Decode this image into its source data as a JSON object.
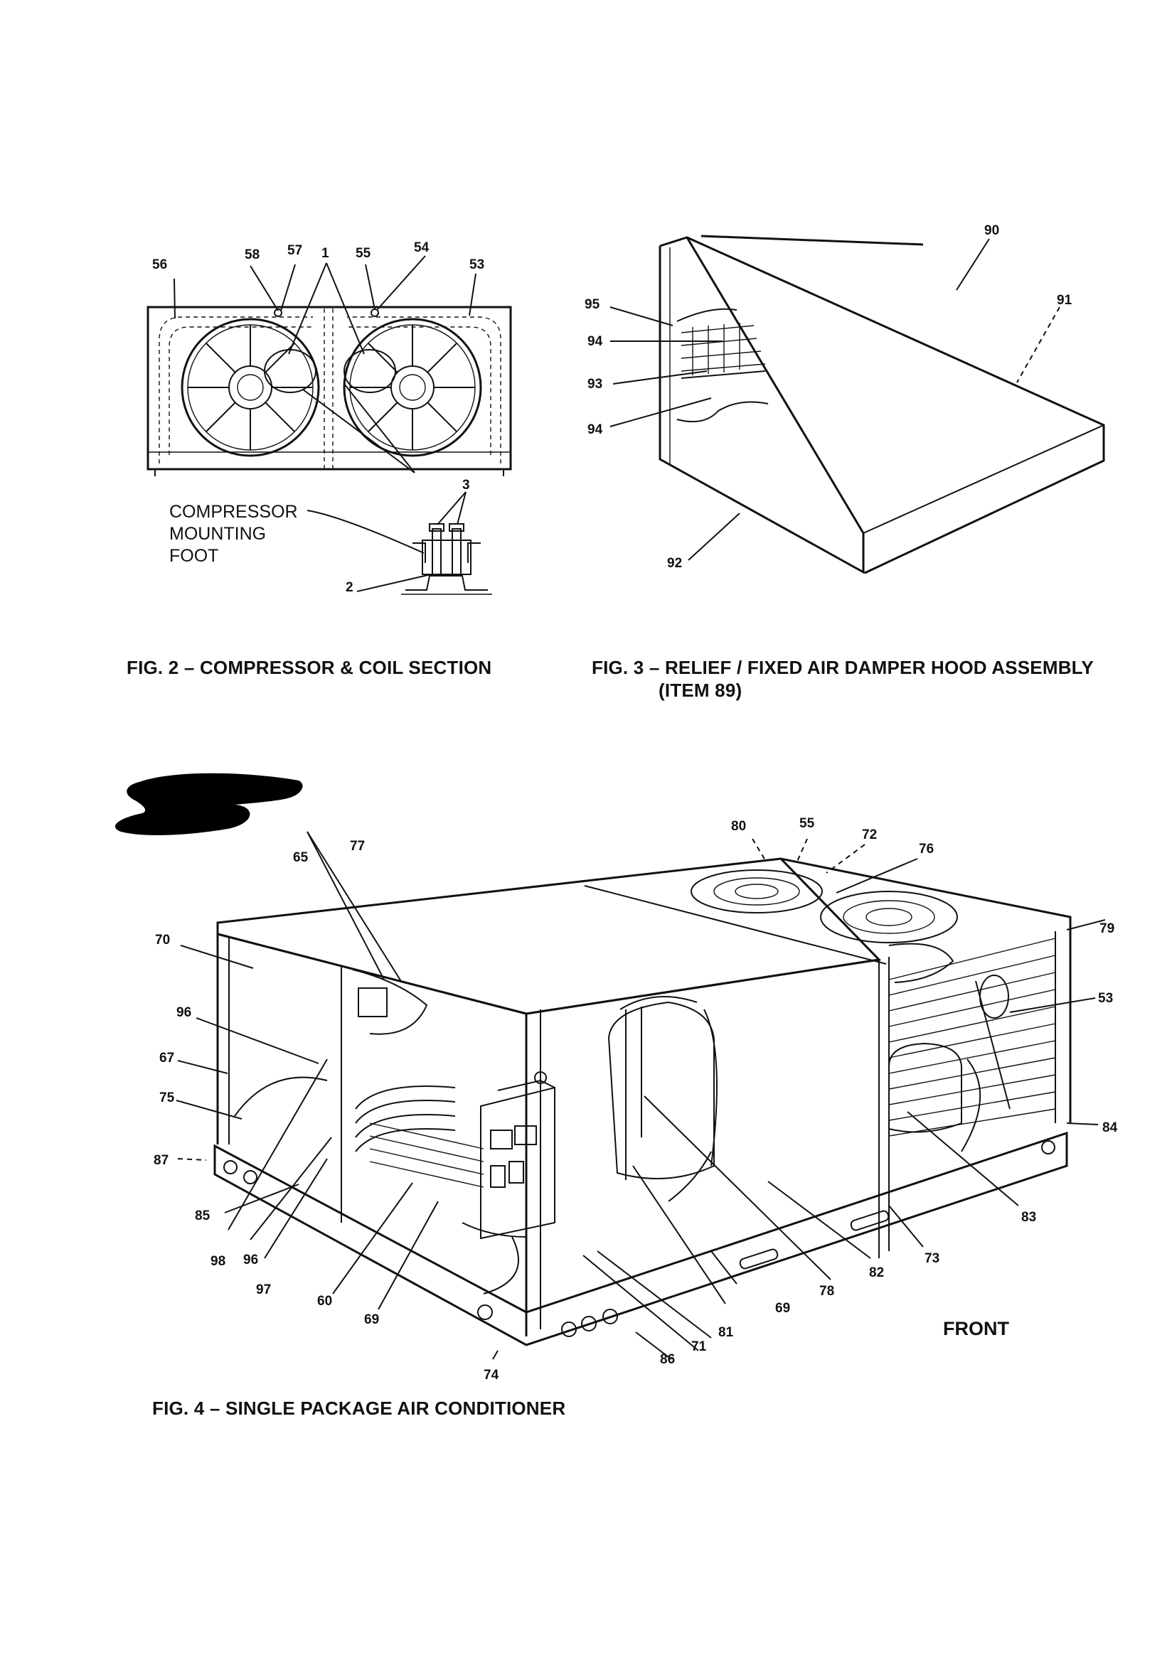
{
  "figures": {
    "fig2": {
      "caption": "FIG. 2 – COMPRESSOR & COIL SECTION",
      "note": "COMPRESSOR\nMOUNTING\nFOOT",
      "callouts": [
        "56",
        "58",
        "57",
        "1",
        "55",
        "54",
        "53",
        "3",
        "2"
      ]
    },
    "fig3": {
      "caption_line1": "FIG. 3 – RELIEF / FIXED AIR DAMPER HOOD ASSEMBLY",
      "caption_line2": "(ITEM 89)",
      "callouts": [
        "90",
        "91",
        "95",
        "94",
        "93",
        "94",
        "92"
      ]
    },
    "fig4": {
      "caption": "FIG. 4 – SINGLE PACKAGE AIR CONDITIONER",
      "front_label": "FRONT",
      "callouts": [
        "80",
        "55",
        "72",
        "76",
        "77",
        "65",
        "70",
        "79",
        "96",
        "53",
        "67",
        "75",
        "84",
        "87",
        "85",
        "98",
        "96",
        "97",
        "60",
        "69",
        "74",
        "86",
        "71",
        "81",
        "69",
        "78",
        "82",
        "73",
        "83"
      ]
    }
  },
  "colors": {
    "ink": "#111111",
    "paper": "#ffffff",
    "redaction": "#000000"
  }
}
